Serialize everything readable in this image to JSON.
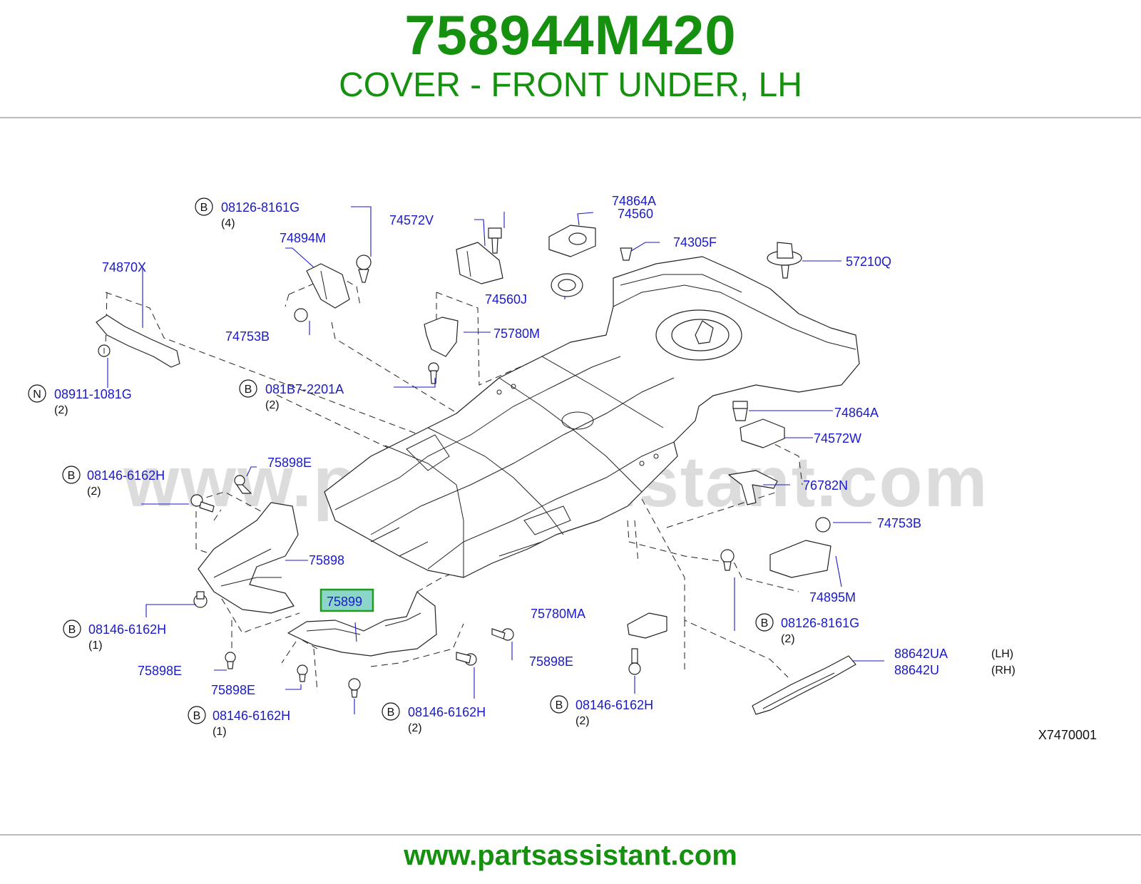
{
  "header": {
    "part_number": "758944M420",
    "description": "COVER - FRONT UNDER, LH"
  },
  "footer": {
    "url": "www.partsassistant.com"
  },
  "diagram": {
    "watermark": "www.partsassistant.com",
    "drawing_code": "X7470001",
    "highlighted_part": "75899",
    "callouts": [
      {
        "prefix": "B",
        "label": "08126-8161G",
        "qty": "(4)"
      },
      {
        "prefix": "",
        "label": "74894M",
        "qty": ""
      },
      {
        "prefix": "",
        "label": "74572V",
        "qty": ""
      },
      {
        "prefix": "",
        "label": "74864A",
        "qty": ""
      },
      {
        "prefix": "",
        "label": "74560",
        "qty": ""
      },
      {
        "prefix": "",
        "label": "74305F",
        "qty": ""
      },
      {
        "prefix": "",
        "label": "57210Q",
        "qty": ""
      },
      {
        "prefix": "",
        "label": "74870X",
        "qty": ""
      },
      {
        "prefix": "",
        "label": "74560J",
        "qty": ""
      },
      {
        "prefix": "",
        "label": "75780M",
        "qty": ""
      },
      {
        "prefix": "",
        "label": "74753B",
        "qty": ""
      },
      {
        "prefix": "N",
        "label": "08911-1081G",
        "qty": "(2)"
      },
      {
        "prefix": "B",
        "label": "081B7-2201A",
        "qty": "(2)"
      },
      {
        "prefix": "",
        "label": "74864A",
        "qty": ""
      },
      {
        "prefix": "",
        "label": "74572W",
        "qty": ""
      },
      {
        "prefix": "B",
        "label": "08146-6162H",
        "qty": "(2)"
      },
      {
        "prefix": "",
        "label": "75898E",
        "qty": ""
      },
      {
        "prefix": "",
        "label": "76782N",
        "qty": ""
      },
      {
        "prefix": "",
        "label": "74753B",
        "qty": ""
      },
      {
        "prefix": "",
        "label": "75898",
        "qty": ""
      },
      {
        "prefix": "",
        "label": "74895M",
        "qty": ""
      },
      {
        "prefix": "",
        "label": "75899",
        "qty": ""
      },
      {
        "prefix": "",
        "label": "75780MA",
        "qty": ""
      },
      {
        "prefix": "B",
        "label": "08126-8161G",
        "qty": "(2)"
      },
      {
        "prefix": "B",
        "label": "08146-6162H",
        "qty": "(1)"
      },
      {
        "prefix": "",
        "label": "75898E",
        "qty": ""
      },
      {
        "prefix": "",
        "label": "75898E",
        "qty": ""
      },
      {
        "prefix": "",
        "label": "75898E",
        "qty": ""
      },
      {
        "prefix": "",
        "label": "88642UA",
        "qty": "(LH)"
      },
      {
        "prefix": "",
        "label": "88642U",
        "qty": "(RH)"
      },
      {
        "prefix": "B",
        "label": "08146-6162H",
        "qty": "(1)"
      },
      {
        "prefix": "B",
        "label": "08146-6162H",
        "qty": "(2)"
      },
      {
        "prefix": "B",
        "label": "08146-6162H",
        "qty": "(2)"
      }
    ]
  }
}
